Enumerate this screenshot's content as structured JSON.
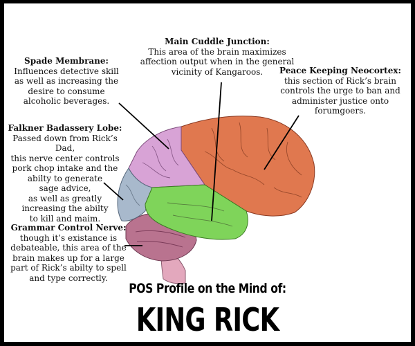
{
  "labels": {
    "cuddle": {
      "title": "Main Cuddle Junction:",
      "lines": [
        "This area of the brain maximizes",
        "affection output when in the general",
        "vicinity of Kangaroos."
      ]
    },
    "spade": {
      "title": "Spade Membrane:",
      "lines": [
        "Influences detective skill",
        "as well as increasing the",
        "desire to consume",
        "alcoholic beverages."
      ]
    },
    "peace": {
      "title": "Peace Keeping Neocortex:",
      "lines": [
        "this section of Rick’s brain",
        "controls the urge to ban and",
        "administer justice onto",
        "forumgoers."
      ]
    },
    "falkner": {
      "title": "Falkner Badassery Lobe:",
      "lines": [
        "Passed down from Rick’s Dad,",
        "this nerve center controls",
        "pork chop intake and the",
        "abilty to generate",
        "sage advice,",
        "as well as greatly",
        "increasing the abilty",
        "to kill and maim."
      ]
    },
    "grammar": {
      "title": "Grammar Control Nerve:",
      "lines": [
        "though it’s existance is",
        "debateable, this area of the",
        "brain makes up for a large",
        "part of Rick’s abilty to spell",
        "and type correctly."
      ]
    }
  },
  "footer": {
    "subtitle": "POS Profile on the Mind of:",
    "title": "KING RICK"
  },
  "colors": {
    "frontal": "#e0784f",
    "parietal": "#d8a3d6",
    "occipital": "#a8b9cc",
    "temporal": "#7fd45a",
    "cerebellum": "#b9738f",
    "brainstem": "#e3a8bd",
    "background": "#ffffff",
    "frame": "#000000"
  }
}
